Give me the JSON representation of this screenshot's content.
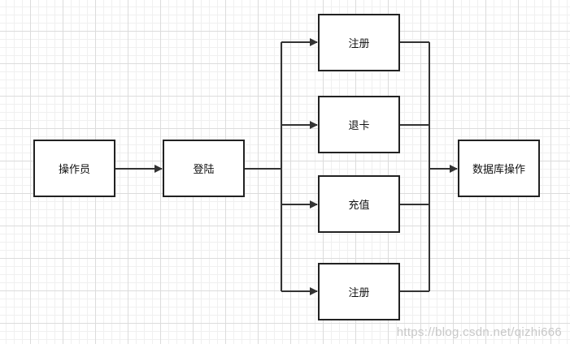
{
  "diagram": {
    "nodes": {
      "operator": "操作员",
      "login": "登陆",
      "register_top": "注册",
      "return_card": "退卡",
      "recharge": "充值",
      "register_bottom": "注册",
      "database": "数据库操作"
    }
  },
  "watermark": "https://blog.csdn.net/qizhi666",
  "colors": {
    "line": "#333333",
    "box_border": "#222222",
    "background": "#ffffff"
  }
}
